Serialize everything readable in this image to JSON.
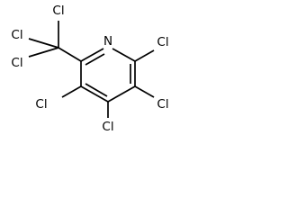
{
  "molecule": {
    "atoms": {
      "n1": "N",
      "cl_c2": "Cl",
      "cl_c3": "Cl",
      "cl_c4": "Cl",
      "cl_c5": "Cl",
      "cl_cf_1": "Cl",
      "cl_cf_2": "Cl",
      "cl_cf_3": "Cl"
    }
  }
}
